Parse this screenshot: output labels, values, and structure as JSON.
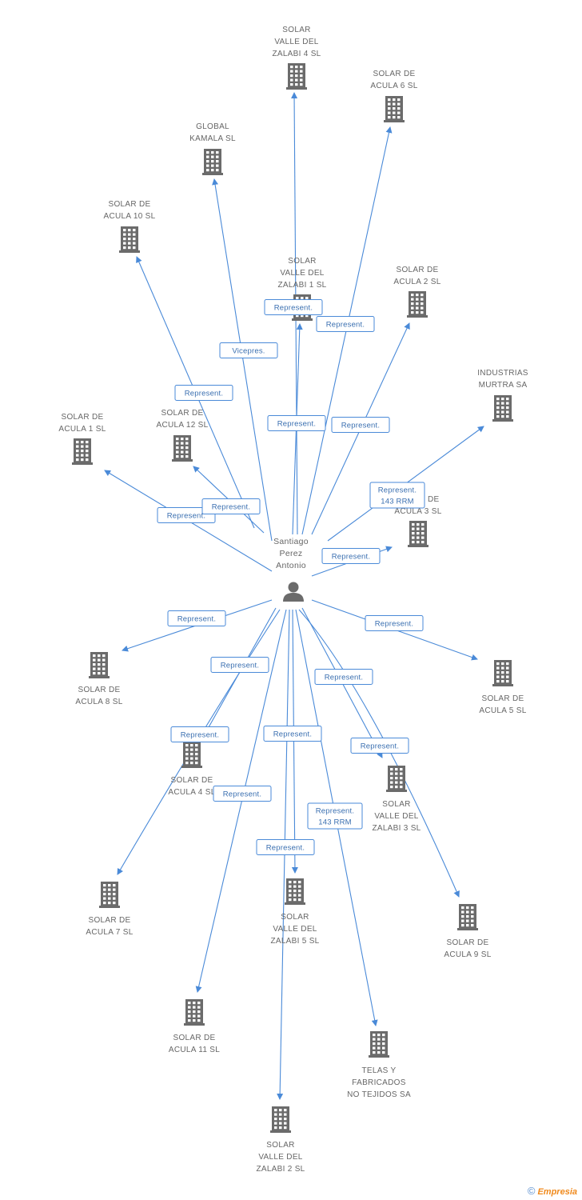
{
  "center": {
    "name_lines": [
      "Santiago",
      "Perez",
      "Antonio"
    ],
    "icon": "person-icon"
  },
  "colors": {
    "edge": "#4a8ad8",
    "label_border": "#4a8ad8",
    "label_text": "#3a6fb0",
    "icon": "#6b6b6b",
    "node_text": "#666666"
  },
  "companies": [
    {
      "id": "solar-valle-del-zalabi-4",
      "lines": [
        "SOLAR",
        "VALLE DEL",
        "ZALABI 4 SL"
      ]
    },
    {
      "id": "solar-de-acula-6",
      "lines": [
        "SOLAR DE",
        "ACULA 6 SL"
      ]
    },
    {
      "id": "global-kamala",
      "lines": [
        "GLOBAL",
        "KAMALA SL"
      ]
    },
    {
      "id": "solar-de-acula-10",
      "lines": [
        "SOLAR DE",
        "ACULA 10 SL"
      ]
    },
    {
      "id": "solar-valle-del-zalabi-1",
      "lines": [
        "SOLAR",
        "VALLE DEL",
        "ZALABI 1 SL"
      ]
    },
    {
      "id": "solar-de-acula-2",
      "lines": [
        "SOLAR DE",
        "ACULA 2 SL"
      ]
    },
    {
      "id": "industrias-murtra",
      "lines": [
        "INDUSTRIAS",
        "MURTRA SA"
      ]
    },
    {
      "id": "solar-de-acula-1",
      "lines": [
        "SOLAR DE",
        "ACULA 1 SL"
      ]
    },
    {
      "id": "solar-de-acula-12",
      "lines": [
        "SOLAR DE",
        "ACULA 12 SL"
      ]
    },
    {
      "id": "solar-de-acula-3",
      "lines": [
        "SOLAR DE",
        "ACULA 3 SL"
      ]
    },
    {
      "id": "solar-de-acula-8",
      "lines": [
        "SOLAR DE",
        "ACULA 8 SL"
      ]
    },
    {
      "id": "solar-de-acula-5",
      "lines": [
        "SOLAR DE",
        "ACULA 5 SL"
      ]
    },
    {
      "id": "solar-de-acula-4",
      "lines": [
        "SOLAR DE",
        "ACULA 4 SL"
      ]
    },
    {
      "id": "solar-valle-del-zalabi-3",
      "lines": [
        "SOLAR",
        "VALLE DEL",
        "ZALABI 3 SL"
      ]
    },
    {
      "id": "solar-de-acula-7",
      "lines": [
        "SOLAR DE",
        "ACULA 7 SL"
      ]
    },
    {
      "id": "solar-valle-del-zalabi-5",
      "lines": [
        "SOLAR",
        "VALLE DEL",
        "ZALABI 5 SL"
      ]
    },
    {
      "id": "solar-de-acula-9",
      "lines": [
        "SOLAR DE",
        "ACULA 9 SL"
      ]
    },
    {
      "id": "solar-de-acula-11",
      "lines": [
        "SOLAR DE",
        "ACULA 11 SL"
      ]
    },
    {
      "id": "telas-y-fabricados",
      "lines": [
        "TELAS Y",
        "FABRICADOS",
        "NO TEJIDOS SA"
      ]
    },
    {
      "id": "solar-valle-del-zalabi-2",
      "lines": [
        "SOLAR",
        "VALLE DEL",
        "ZALABI 2 SL"
      ]
    }
  ],
  "relations": [
    {
      "target": "solar-valle-del-zalabi-4",
      "lines": [
        "Represent."
      ]
    },
    {
      "target": "solar-de-acula-6",
      "lines": [
        "Represent."
      ]
    },
    {
      "target": "global-kamala",
      "lines": [
        "Vicepres."
      ]
    },
    {
      "target": "solar-de-acula-10",
      "lines": [
        "Represent."
      ]
    },
    {
      "target": "solar-valle-del-zalabi-1",
      "lines": [
        "Represent."
      ]
    },
    {
      "target": "solar-de-acula-2",
      "lines": [
        "Represent."
      ]
    },
    {
      "target": "industrias-murtra",
      "lines": [
        "Represent.",
        "143 RRM"
      ]
    },
    {
      "target": "solar-de-acula-1",
      "lines": [
        "Represent."
      ]
    },
    {
      "target": "solar-de-acula-12",
      "lines": [
        "Represent."
      ]
    },
    {
      "target": "solar-de-acula-3",
      "lines": [
        "Represent."
      ]
    },
    {
      "target": "solar-de-acula-8",
      "lines": [
        "Represent."
      ]
    },
    {
      "target": "solar-de-acula-5",
      "lines": [
        "Represent."
      ]
    },
    {
      "target": "solar-de-acula-4",
      "lines": [
        "Represent."
      ]
    },
    {
      "target": "solar-valle-del-zalabi-3",
      "lines": [
        "Represent."
      ]
    },
    {
      "target": "solar-de-acula-7",
      "lines": [
        "Represent."
      ]
    },
    {
      "target": "solar-valle-del-zalabi-5",
      "lines": [
        "Represent."
      ]
    },
    {
      "target": "solar-de-acula-9",
      "lines": [
        "Represent."
      ]
    },
    {
      "target": "solar-de-acula-11",
      "lines": [
        "Represent."
      ]
    },
    {
      "target": "telas-y-fabricados",
      "lines": [
        "Represent.",
        "143 RRM"
      ]
    },
    {
      "target": "solar-valle-del-zalabi-2",
      "lines": [
        "Represent."
      ]
    }
  ],
  "footer": {
    "copyright_symbol": "©",
    "brand": "Empresia"
  }
}
